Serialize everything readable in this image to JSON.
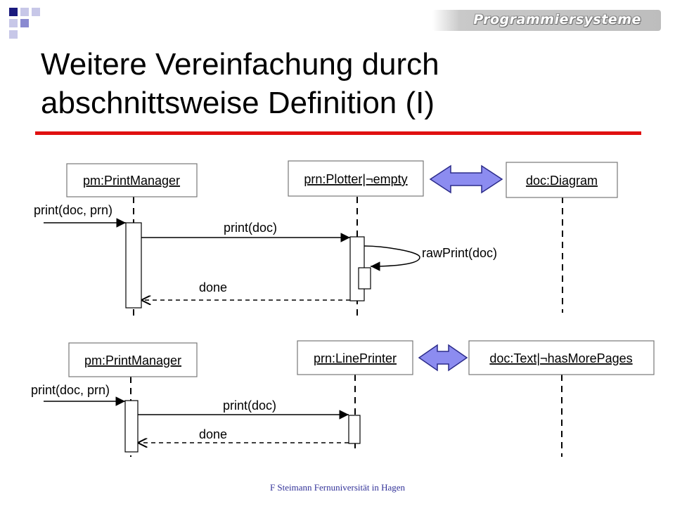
{
  "header": {
    "brand": "Programmiersysteme",
    "title_line1": "Weitere Vereinfachung durch",
    "title_line2": "abschnittsweise Definition (I)"
  },
  "colors": {
    "accent_rule": "#e01010",
    "arrow_fill": "#8c8cf0",
    "logo_blue": "#1a1a7e",
    "logo_light": "#c7c7e8"
  },
  "diagram1": {
    "objects": [
      "pm:PrintManager",
      "prn:Plotter|¬empty",
      "doc:Diagram"
    ],
    "messages": {
      "found": "print(doc, prn)",
      "call": "print(doc)",
      "self_call": "rawPrint(doc)",
      "reply": "done"
    }
  },
  "diagram2": {
    "objects": [
      "pm:PrintManager",
      "prn:LinePrinter",
      "doc:Text|¬hasMorePages"
    ],
    "messages": {
      "found": "print(doc, prn)",
      "call": "print(doc)",
      "reply": "done"
    }
  },
  "footer": "F Steimann Fernuniversität in Hagen"
}
